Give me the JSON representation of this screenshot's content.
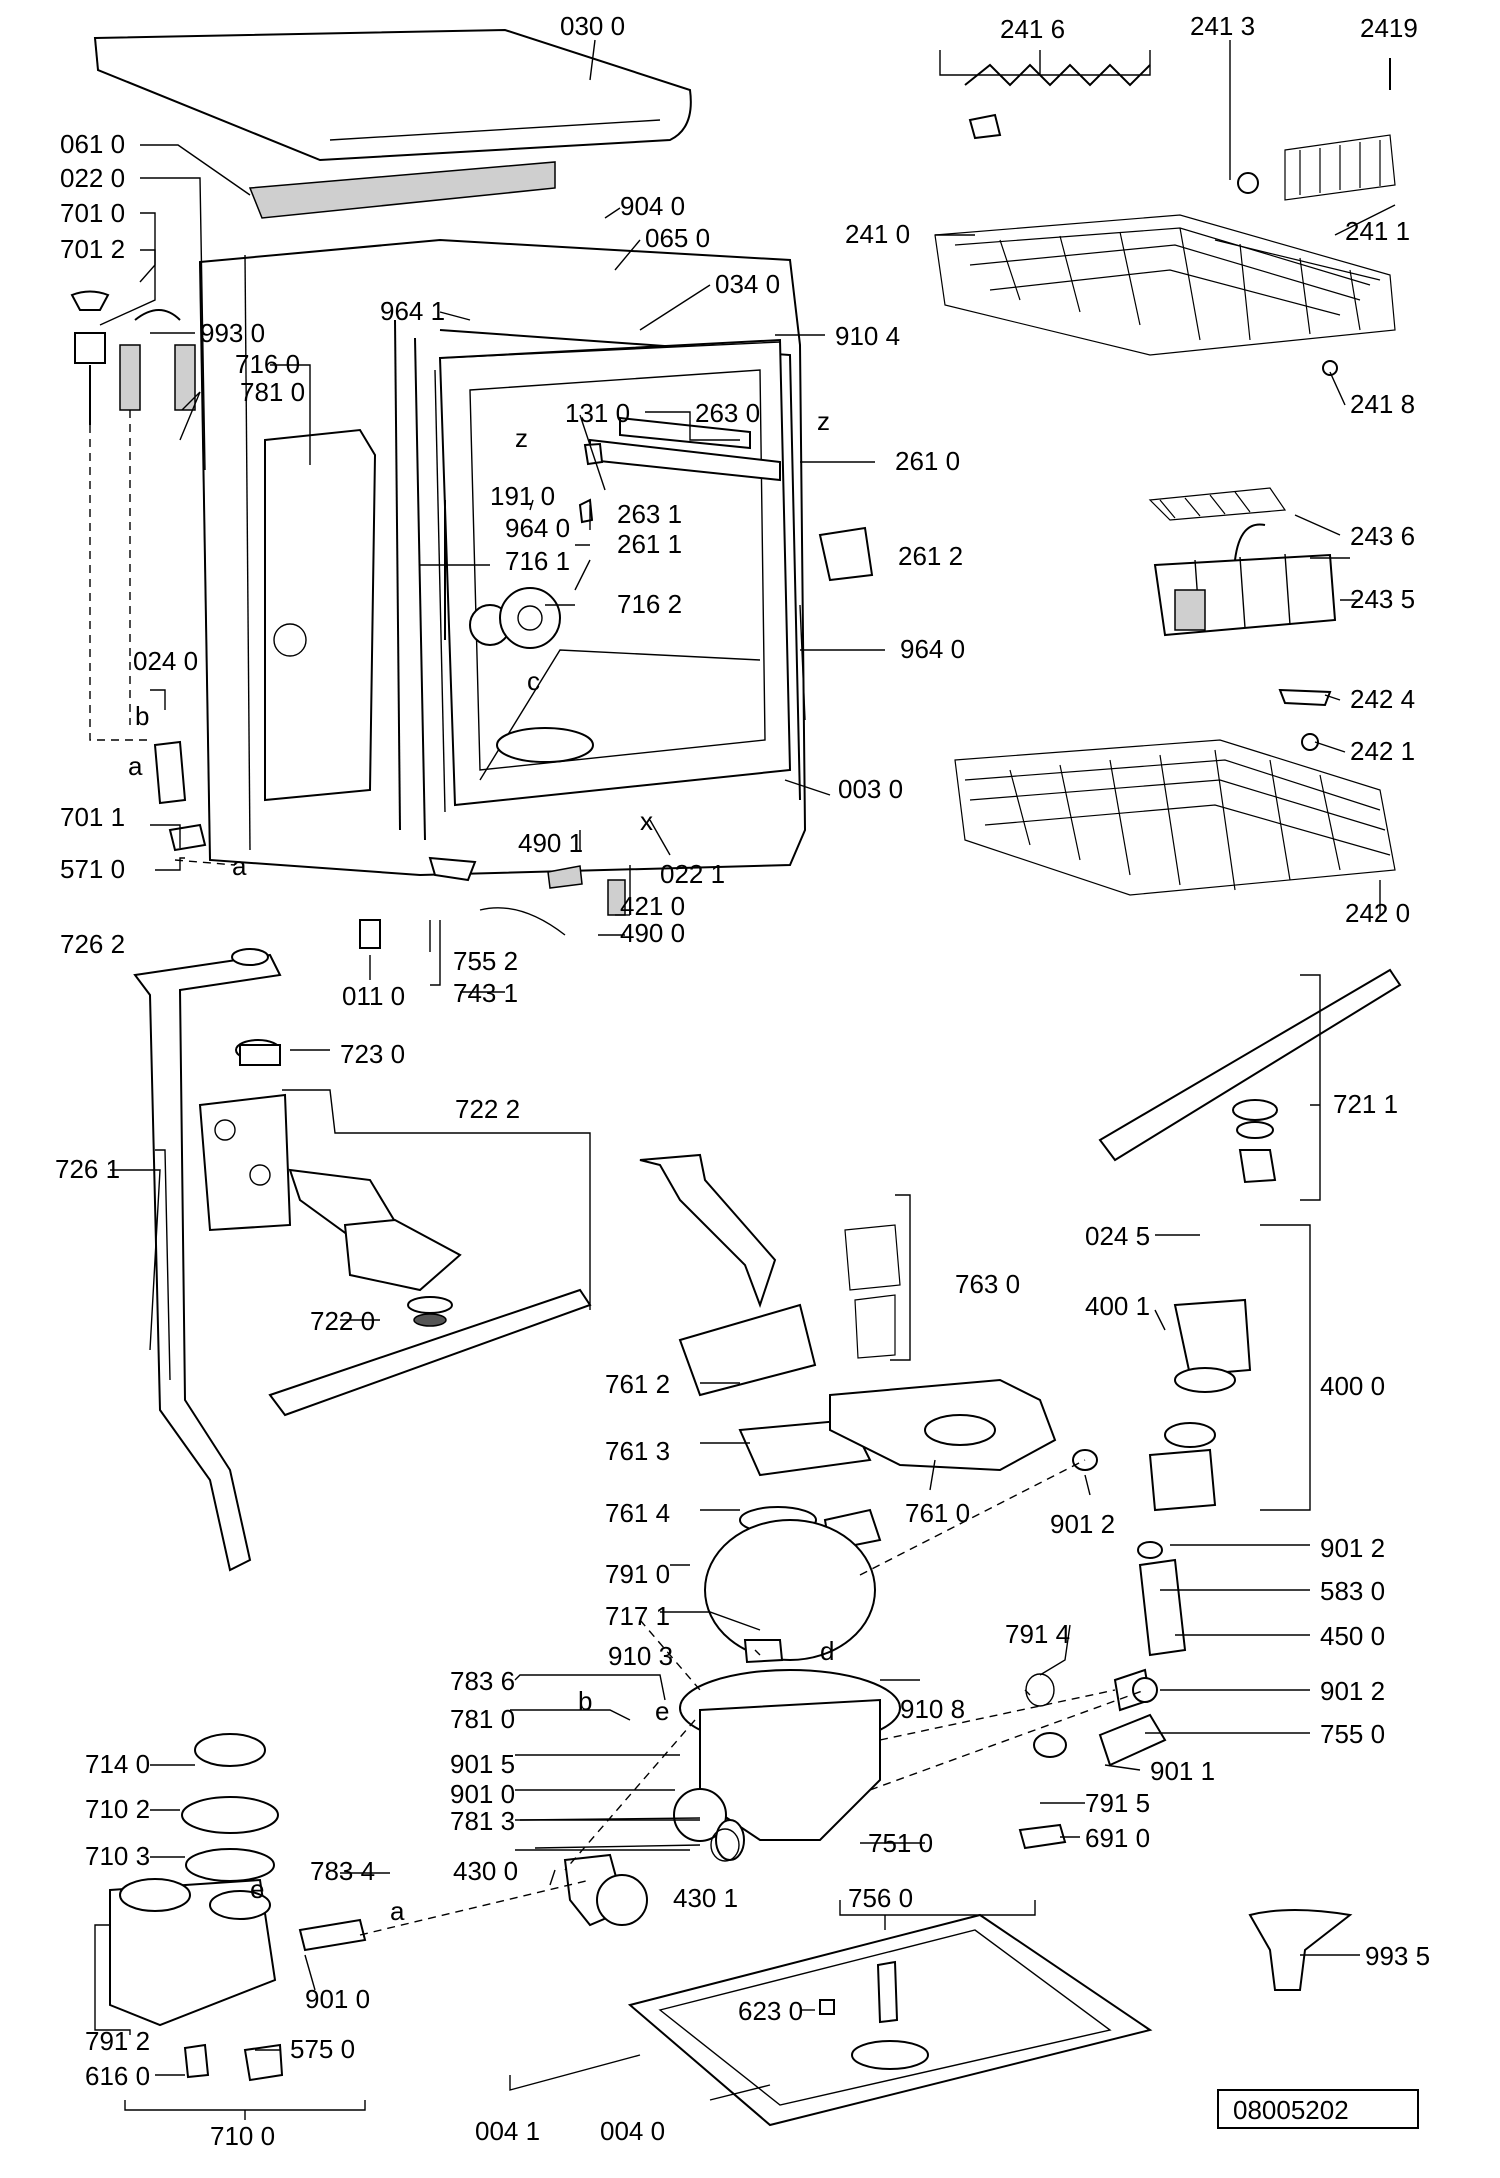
{
  "document_id": "08005202",
  "colors": {
    "ink": "#000000",
    "paper": "#ffffff",
    "shade": "#cfcfcf"
  },
  "letters": [
    "z",
    "z",
    "c",
    "x",
    "b",
    "a",
    "a",
    "b",
    "e",
    "d",
    "e",
    "a"
  ],
  "labels": {
    "p0300": "030 0",
    "p2416": "241 6",
    "p2413": "241 3",
    "p2419": "2419",
    "p0610": "061 0",
    "p0220": "022 0",
    "p7010": "701 0",
    "p7012": "701 2",
    "p9040": "904 0",
    "p0650": "065 0",
    "p0340": "034 0",
    "p9641": "964 1",
    "p9104": "910 4",
    "p9930": "993 0",
    "p7160": "716 0",
    "p7810a": "781 0",
    "p2410": "241 0",
    "p2411": "241 1",
    "p2418": "241 8",
    "p1310": "131 0",
    "p2630": "263 0",
    "p2610": "261 0",
    "p1910": "191 0",
    "p9640a": "964 0",
    "p2631": "263 1",
    "p2611": "261 1",
    "p2612": "261 2",
    "p7161": "716 1",
    "p7162": "716 2",
    "p9640b": "964 0",
    "p2436": "243 6",
    "p2435": "243 5",
    "p2424": "242 4",
    "p2421": "242 1",
    "p2420": "242 0",
    "p0240": "024 0",
    "p7011": "701 1",
    "p5710": "571 0",
    "p0030": "003 0",
    "p4901": "490 1",
    "p0221": "022 1",
    "p4210": "421 0",
    "p4900": "490 0",
    "p7262": "726 2",
    "p0110": "011 0",
    "p7552": "755 2",
    "p7431": "743 1",
    "p7230": "723 0",
    "p7222": "722 2",
    "p7211": "721 1",
    "p7261": "726 1",
    "p7220": "722 0",
    "p7630": "763 0",
    "p0245": "024 5",
    "p4001": "400 1",
    "p4000": "400 0",
    "p7612": "761 2",
    "p7613": "761 3",
    "p7614": "761 4",
    "p7610": "761 0",
    "p9012a": "901 2",
    "p9012b": "901 2",
    "p5830": "583 0",
    "p7910": "791 0",
    "p7171": "717 1",
    "p4500": "450 0",
    "p9103": "910 3",
    "p7914": "791 4",
    "p7836": "783 6",
    "p9108": "910 8",
    "p9012c": "901 2",
    "p7810b": "781 0",
    "p7550": "755 0",
    "p9015": "901 5",
    "p9011": "901 1",
    "p9010a": "901 0",
    "p7915": "791 5",
    "p7813": "781 3",
    "p6910": "691 0",
    "p7510": "751 0",
    "p7140": "714 0",
    "p7102": "710 2",
    "p7103": "710 3",
    "p4300": "430 0",
    "p4301": "430 1",
    "p7560": "756 0",
    "p7834": "783 4",
    "p9935": "993 5",
    "p9010b": "901 0",
    "p6230": "623 0",
    "p7912": "791 2",
    "p5750": "575 0",
    "p6160": "616 0",
    "p7100": "710 0",
    "p0041": "004 1",
    "p0040": "004 0"
  }
}
